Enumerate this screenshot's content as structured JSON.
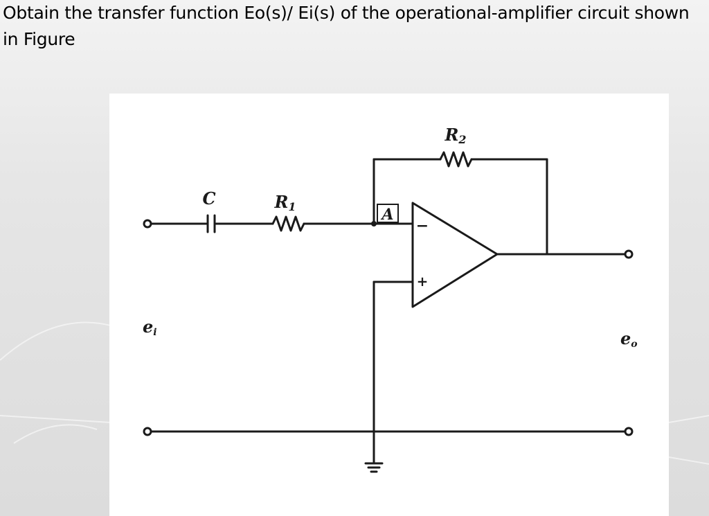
{
  "question": {
    "text": "Obtain the transfer function Eo(s)/ Ei(s) of the operational-amplifier circuit shown in Figure"
  },
  "diagram": {
    "labels": {
      "capacitor": "C",
      "r1": "R",
      "r1_sub": "1",
      "r2": "R",
      "r2_sub": "2",
      "node": "A",
      "inverting": "−",
      "noninverting": "+",
      "input": "e",
      "input_sub": "i",
      "output": "e",
      "output_sub": "o"
    }
  },
  "colors": {
    "ink": "#1a1a1a",
    "panel": "#ffffff",
    "background": "#e2e2e2"
  }
}
